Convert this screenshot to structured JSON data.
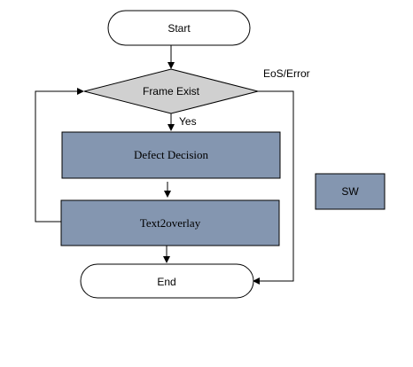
{
  "diagram": {
    "start": "Start",
    "decision": "Frame Exist",
    "yes": "Yes",
    "eos": "EoS/Error",
    "defect_decision": "Defect Decision",
    "text2overlay": "Text2overlay",
    "end": "End",
    "legend": "SW"
  },
  "colors": {
    "process_fill": "#8496b0",
    "decision_fill": "#d0d0d0",
    "terminal_fill": "#ffffff",
    "stroke": "#000000"
  }
}
